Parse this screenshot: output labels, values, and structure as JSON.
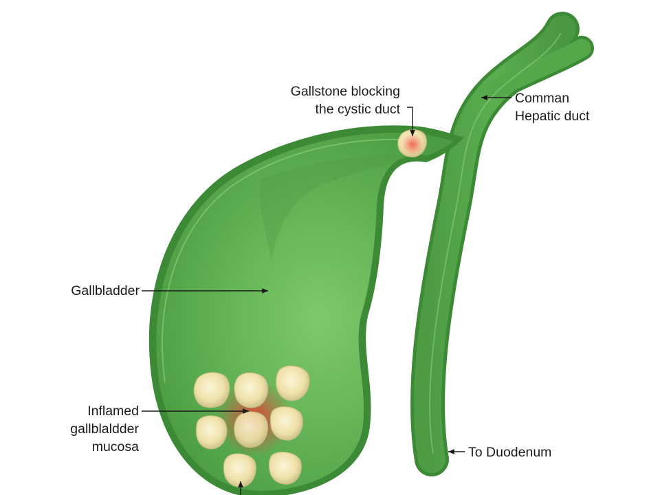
{
  "labels": {
    "gallstone_blocking": [
      "Gallstone blocking",
      "the cystic duct"
    ],
    "common_hepatic_duct": [
      "Comman",
      "Hepatic duct"
    ],
    "gallbladder": "Gallbladder",
    "inflamed_mucosa": [
      "Inflamed",
      "gallblaldder",
      "mucosa"
    ],
    "to_duodenum": "To Duodenum"
  },
  "colors": {
    "organ_fill": "#4f9e45",
    "organ_outline": "#3c8a35",
    "organ_highlight": "#7ec96a",
    "organ_inner_edge": "#9ed88c",
    "stone_fill": "#f2e6b4",
    "inflammation": "#e0493a",
    "text": "#1a1a1a",
    "leader": "#1a1a1a"
  }
}
